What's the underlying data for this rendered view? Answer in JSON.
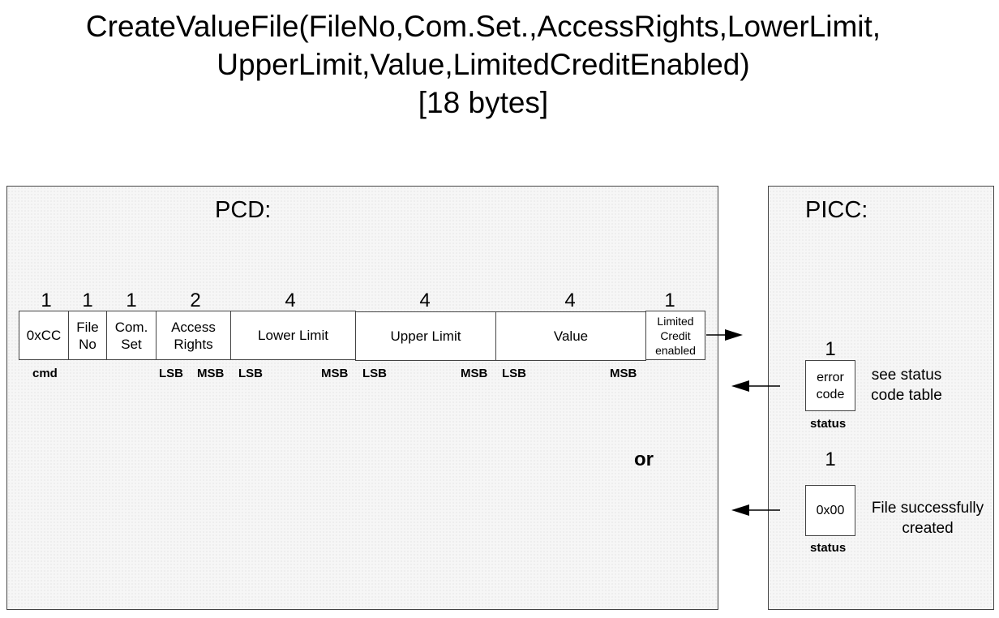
{
  "title": {
    "line1": "CreateValueFile(FileNo,Com.Set.,AccessRights,LowerLimit,",
    "line2": "UpperLimit,Value,LimitedCreditEnabled)",
    "line3": "[18 bytes]"
  },
  "pcd": {
    "title": "PCD:",
    "fields": [
      {
        "size": "1",
        "label": "0xCC"
      },
      {
        "size": "1",
        "label": "File\nNo"
      },
      {
        "size": "1",
        "label": "Com.\nSet"
      },
      {
        "size": "2",
        "label": "Access\nRights"
      },
      {
        "size": "4",
        "label": "Lower Limit"
      },
      {
        "size": "4",
        "label": "Upper Limit"
      },
      {
        "size": "4",
        "label": "Value"
      },
      {
        "size": "1",
        "label": "Limited\nCredit\nenabled"
      }
    ],
    "byte_labels": {
      "cmd": "cmd",
      "lsb": "LSB",
      "msb": "MSB"
    },
    "or": "or"
  },
  "picc": {
    "title": "PICC:",
    "error": {
      "size": "1",
      "value": "error\ncode",
      "label": "status",
      "note": "see status\ncode table"
    },
    "success": {
      "size": "1",
      "value": "0x00",
      "label": "status",
      "note": "File successfully\ncreated"
    }
  }
}
